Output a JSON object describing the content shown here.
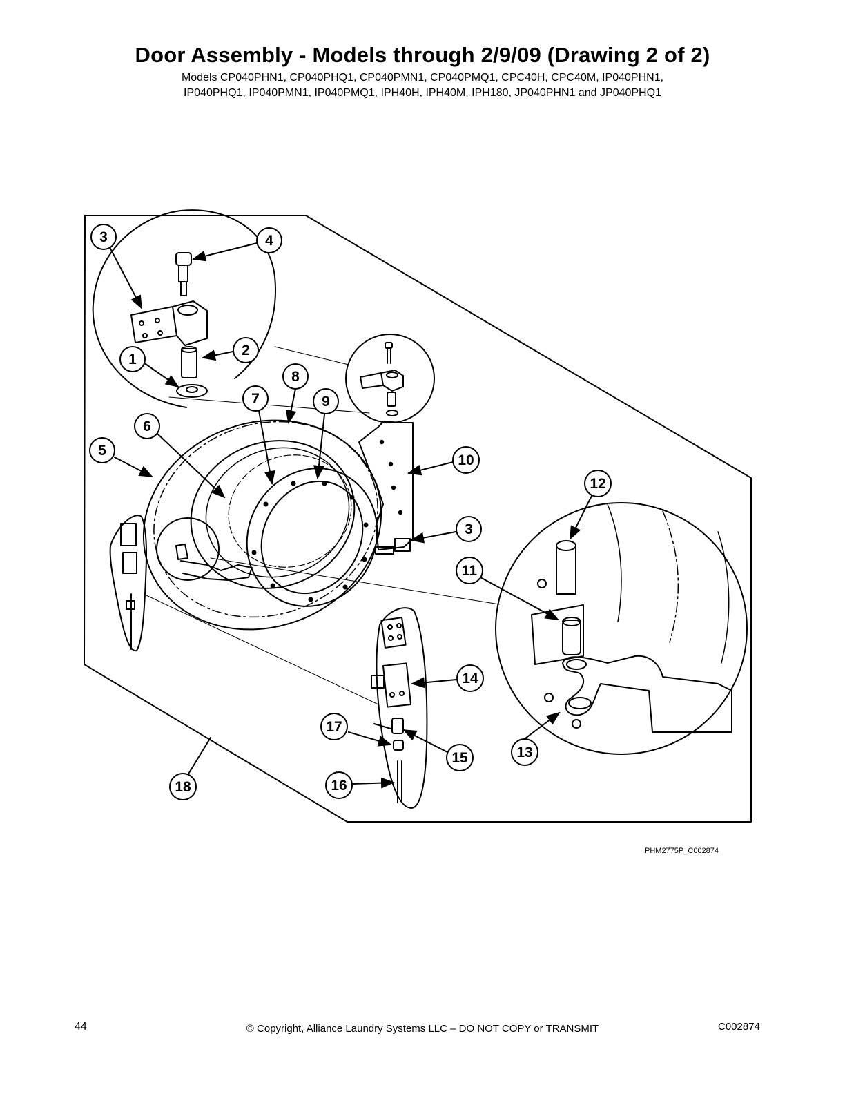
{
  "header": {
    "title": "Door Assembly - Models through 2/9/09 (Drawing 2 of 2)",
    "models_line1": "Models CP040PHN1, CP040PHQ1, CP040PMN1, CP040PMQ1, CPC40H, CPC40M, IP040PHN1,",
    "models_line2": "IP040PHQ1, IP040PMN1, IP040PMQ1, IPH40H, IPH40M, IPH180, JP040PHN1 and JP040PHQ1"
  },
  "diagram": {
    "callouts": [
      "1",
      "2",
      "3",
      "4",
      "5",
      "6",
      "7",
      "8",
      "9",
      "10",
      "3",
      "11",
      "12",
      "13",
      "14",
      "15",
      "16",
      "17",
      "18"
    ],
    "figure_code": "PHM2775P_C002874"
  },
  "footer": {
    "page_number": "44",
    "copyright": "© Copyright, Alliance Laundry Systems LLC – DO NOT COPY or TRANSMIT",
    "doc_code": "C002874"
  }
}
